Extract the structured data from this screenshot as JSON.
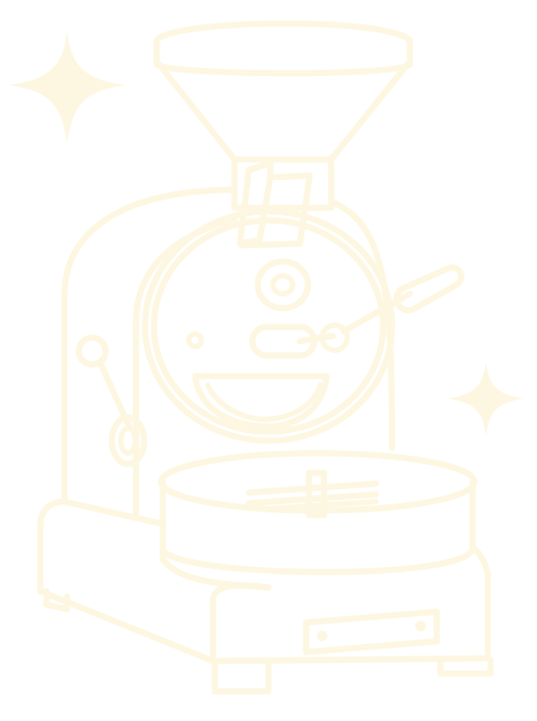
{
  "illustration": {
    "subject": "coffee-roaster-machine",
    "icon": "coffee-roaster-icon",
    "style": "line-art",
    "line_color": "#FDF7E2",
    "sparkle_color": "#FDF7E2",
    "background_color": "#FFFFFF",
    "sparkle_count": 2
  }
}
